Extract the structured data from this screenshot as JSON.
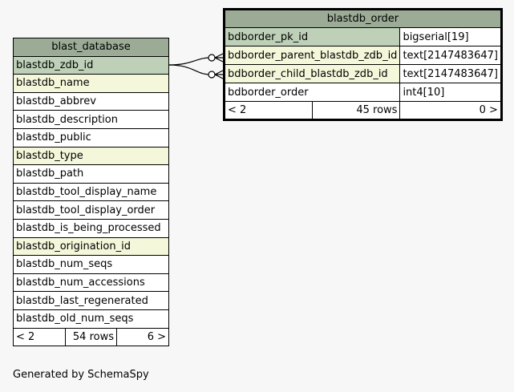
{
  "tables": {
    "blast_database": {
      "name": "blast_database",
      "columns": [
        {
          "name": "blastdb_zdb_id",
          "kind": "pk"
        },
        {
          "name": "blastdb_name",
          "kind": "fk"
        },
        {
          "name": "blastdb_abbrev",
          "kind": "plain"
        },
        {
          "name": "blastdb_description",
          "kind": "plain"
        },
        {
          "name": "blastdb_public",
          "kind": "plain"
        },
        {
          "name": "blastdb_type",
          "kind": "fk"
        },
        {
          "name": "blastdb_path",
          "kind": "plain"
        },
        {
          "name": "blastdb_tool_display_name",
          "kind": "plain"
        },
        {
          "name": "blastdb_tool_display_order",
          "kind": "plain"
        },
        {
          "name": "blastdb_is_being_processed",
          "kind": "plain"
        },
        {
          "name": "blastdb_origination_id",
          "kind": "fk"
        },
        {
          "name": "blastdb_num_seqs",
          "kind": "plain"
        },
        {
          "name": "blastdb_num_accessions",
          "kind": "plain"
        },
        {
          "name": "blastdb_last_regenerated",
          "kind": "plain"
        },
        {
          "name": "blastdb_old_num_seqs",
          "kind": "plain"
        }
      ],
      "footer": {
        "parents": "< 2",
        "rows": "54 rows",
        "children": "6 >"
      }
    },
    "blastdb_order": {
      "name": "blastdb_order",
      "columns": [
        {
          "name": "bdborder_pk_id",
          "type": "bigserial[19]",
          "kind": "pk"
        },
        {
          "name": "bdborder_parent_blastdb_zdb_id",
          "type": "text[2147483647]",
          "kind": "fk"
        },
        {
          "name": "bdborder_child_blastdb_zdb_id",
          "type": "text[2147483647]",
          "kind": "fk"
        },
        {
          "name": "bdborder_order",
          "type": "int4[10]",
          "kind": "plain"
        }
      ],
      "footer": {
        "parents": "< 2",
        "rows": "45 rows",
        "children": "0 >"
      }
    }
  },
  "footer_text": "Generated by SchemaSpy",
  "colors": {
    "header": "#9bab96",
    "pk": "#bed1b8",
    "fk": "#f4f7da",
    "background": "#f7f7f7"
  }
}
